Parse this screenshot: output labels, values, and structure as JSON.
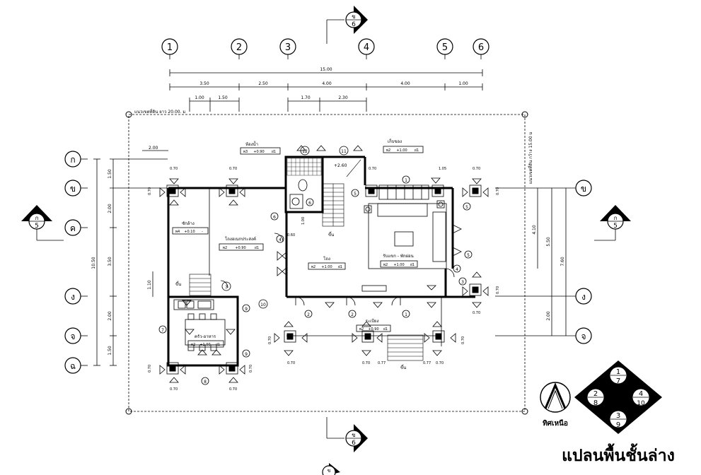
{
  "drawing": {
    "title": "แปลนพื้นชั้นล่าง",
    "north_label": "ทิศเหนือ"
  },
  "grid": {
    "columns": [
      "1",
      "2",
      "3",
      "4",
      "5",
      "6"
    ],
    "rows_left": [
      "ก",
      "ข",
      "ค",
      "ง",
      "จ",
      "ฉ"
    ],
    "rows_right": [
      "ข",
      "ง",
      "จ"
    ]
  },
  "dimensions": {
    "top_total": "15.00",
    "top_spans": [
      "3.50",
      "2.50",
      "4.00",
      "4.00",
      "1.00"
    ],
    "top_sub": [
      "1.00",
      "1.50",
      "1.70",
      "2.30"
    ],
    "left_total": "10.50",
    "left_spans": [
      "1.50",
      "2.00",
      "3.50",
      "2.00",
      "1.50"
    ],
    "left_sub": "1.10",
    "right_spans": [
      "4.10",
      "5.50",
      "7.60",
      "2.00"
    ],
    "boundary_top": "แนวเขตที่ดิน ยาว 20.00. ม",
    "boundary_right": "แนวเขตที่ดิน กว้าง 15.00 ม",
    "misc": [
      "2.00",
      "0.70",
      "1.00",
      "0.60",
      "1.05",
      "0.77"
    ]
  },
  "sections": [
    {
      "letter": "ข",
      "num": "6"
    },
    {
      "letter": "ก",
      "num": "5"
    }
  ],
  "rooms": [
    {
      "name": "ห้องน้ำ",
      "code": "พ3",
      "level": "+0.90",
      "ceil": "ฝ1"
    },
    {
      "name": "เก็บของ",
      "code": "พ2",
      "level": "+1.00",
      "ceil": "ฝ1"
    },
    {
      "name": "ซักล้าง",
      "code": "พ4",
      "level": "+0.10",
      "ceil": "-"
    },
    {
      "name": "โถงอเนกประสงค์",
      "code": "พ2",
      "level": "+0.90",
      "ceil": "ฝ1"
    },
    {
      "name": "โถง",
      "code": "พ2",
      "level": "+1.00",
      "ceil": "ฝ1"
    },
    {
      "name": "รับแขก - พักผ่อน",
      "code": "พ2",
      "level": "+1.00",
      "ceil": "ฝ1"
    },
    {
      "name": "ครัว-อาหาร",
      "code": "พ2",
      "level": "+1.00",
      "ceil": "ฝ1"
    },
    {
      "name": "ระเบียง",
      "code": "พ2",
      "level": "+0.90",
      "ceil": "ฝ1"
    }
  ],
  "stair": {
    "level": "+2.60",
    "up_label": "ขึ้น"
  },
  "tags": [
    "1",
    "2",
    "3",
    "4",
    "5",
    "6",
    "7",
    "8",
    "9",
    "10",
    "11",
    "12"
  ],
  "legend": {
    "cells": [
      "1",
      "7",
      "2",
      "8",
      "4",
      "10",
      "3",
      "9"
    ]
  }
}
